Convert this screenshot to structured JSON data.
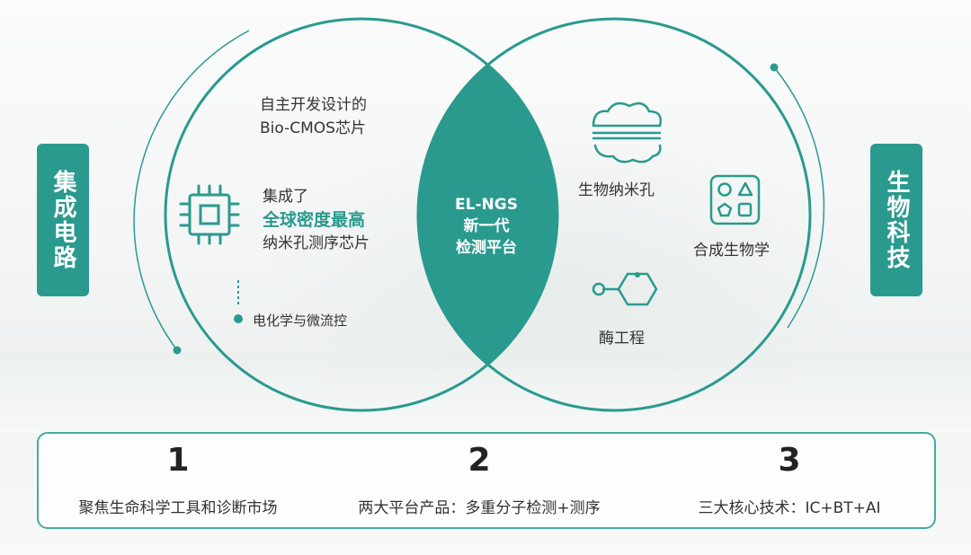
{
  "left_tag": "集成电路",
  "right_tag": "生物科技",
  "left": {
    "intro_line1": "自主开发设计的",
    "intro_line2": "Bio-CMOS芯片",
    "chip_line1": "集成了",
    "chip_highlight": "全球密度最高",
    "chip_line3": "纳米孔测序芯片",
    "electro": "电化学与微流控"
  },
  "center": {
    "line1": "EL-NGS",
    "line2": "新一代",
    "line3": "检测平台"
  },
  "right": {
    "nanopore": "生物纳米孔",
    "synbio": "合成生物学",
    "enzyme": "酶工程"
  },
  "points": [
    {
      "num": "1",
      "text": "聚焦生命科学工具和诊断市场"
    },
    {
      "num": "2",
      "text": "两大平台产品：多重分子检测+测序"
    },
    {
      "num": "3",
      "text": "三大核心技术：IC+BT+AI"
    }
  ],
  "colors": {
    "accent": "#2a9a8e",
    "text": "#333333"
  },
  "icons": [
    "chip-icon",
    "nanopore-icon",
    "synthetic-biology-icon",
    "enzyme-icon"
  ]
}
